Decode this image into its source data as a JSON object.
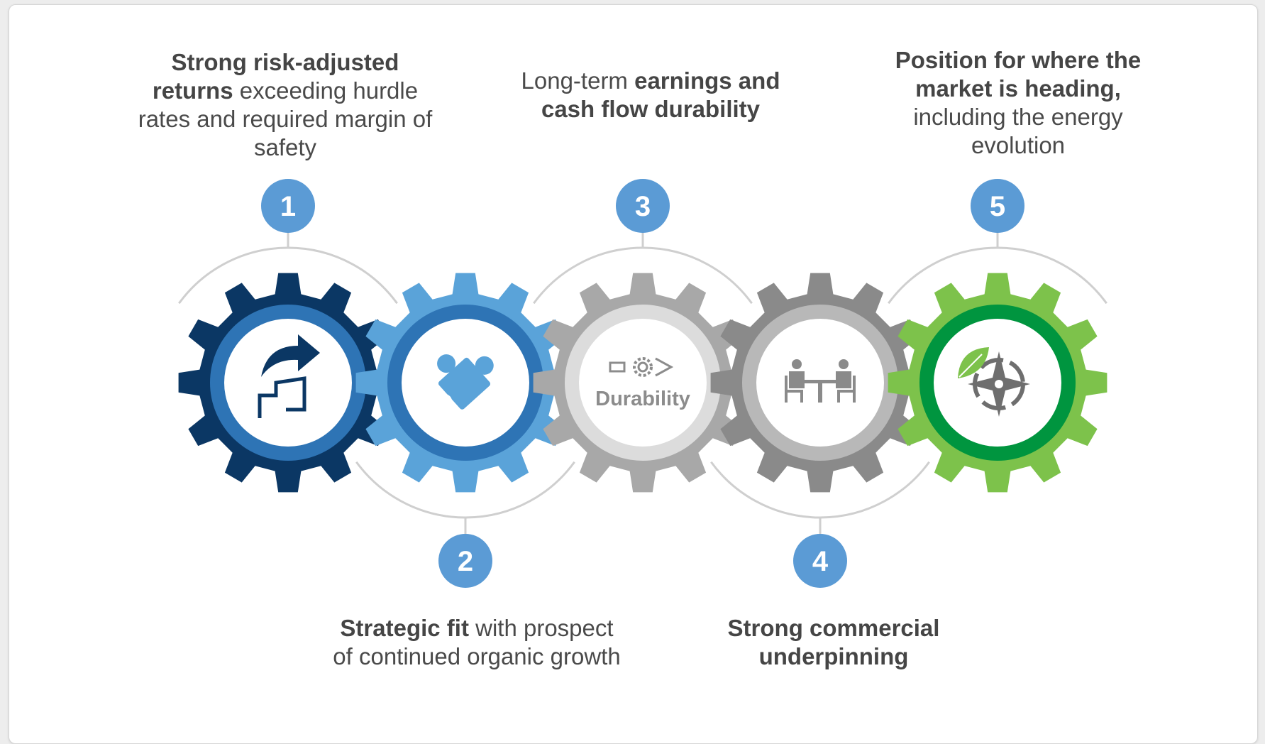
{
  "steps": [
    {
      "number": "1",
      "text_bold": "Strong risk-adjusted returns",
      "text_rest": " exceeding hurdle rates and required margin of safety",
      "color": "#0b3764",
      "inner_color": "#2e74b5",
      "icon": "return-arrow-icon"
    },
    {
      "number": "2",
      "text_bold": "Strategic fit",
      "text_rest": " with prospect of continued organic growth",
      "color": "#5aa3d9",
      "inner_color": "#2e74b5",
      "icon": "puzzle-piece-icon"
    },
    {
      "number": "3",
      "text_pre": "Long-term ",
      "text_bold": "earnings and cash flow durability",
      "color": "#a8a8a8",
      "inner_color": "#dcdcdc",
      "icon": "durability-gear-icon",
      "icon_label": "Durability"
    },
    {
      "number": "4",
      "text_bold": "Strong commercial underpinning",
      "color": "#8a8a8a",
      "inner_color": "#b8b8b8",
      "icon": "meeting-table-icon"
    },
    {
      "number": "5",
      "text_bold": "Position for where the market is heading,",
      "text_rest": " including the energy evolution",
      "color": "#7dc24b",
      "inner_color": "#00953f",
      "icon": "compass-leaf-icon"
    }
  ],
  "badge_color": "#5b9bd5"
}
